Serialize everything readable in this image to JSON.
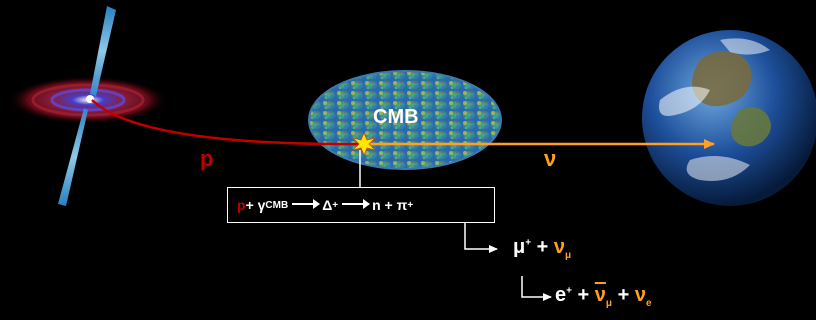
{
  "labels": {
    "proton": "p",
    "neutrino": "ν",
    "cmb": "CMB"
  },
  "reaction": {
    "proton": "p",
    "plus1": " + γ",
    "gamma_sub": "CMB",
    "delta": "Δ",
    "delta_sup": "+",
    "products": "n + π",
    "pion_sup": "+"
  },
  "decay1": {
    "mu": "μ",
    "mu_sup": "+",
    "plus": " + ",
    "nu": "ν",
    "nu_sub": "μ"
  },
  "decay2": {
    "e": "e",
    "e_sup": "+",
    "plus1": " + ",
    "nubar": "ν",
    "nubar_sub": "μ",
    "plus2": " + ",
    "nu": "ν",
    "nu_sub": "e"
  },
  "colors": {
    "proton": "#c00000",
    "neutrino": "#ffa020",
    "text": "#ffffff",
    "background": "#000000"
  },
  "icons": [
    "agn-jet-illustration",
    "cmb-map-ellipse",
    "earth-globe",
    "interaction-star"
  ]
}
